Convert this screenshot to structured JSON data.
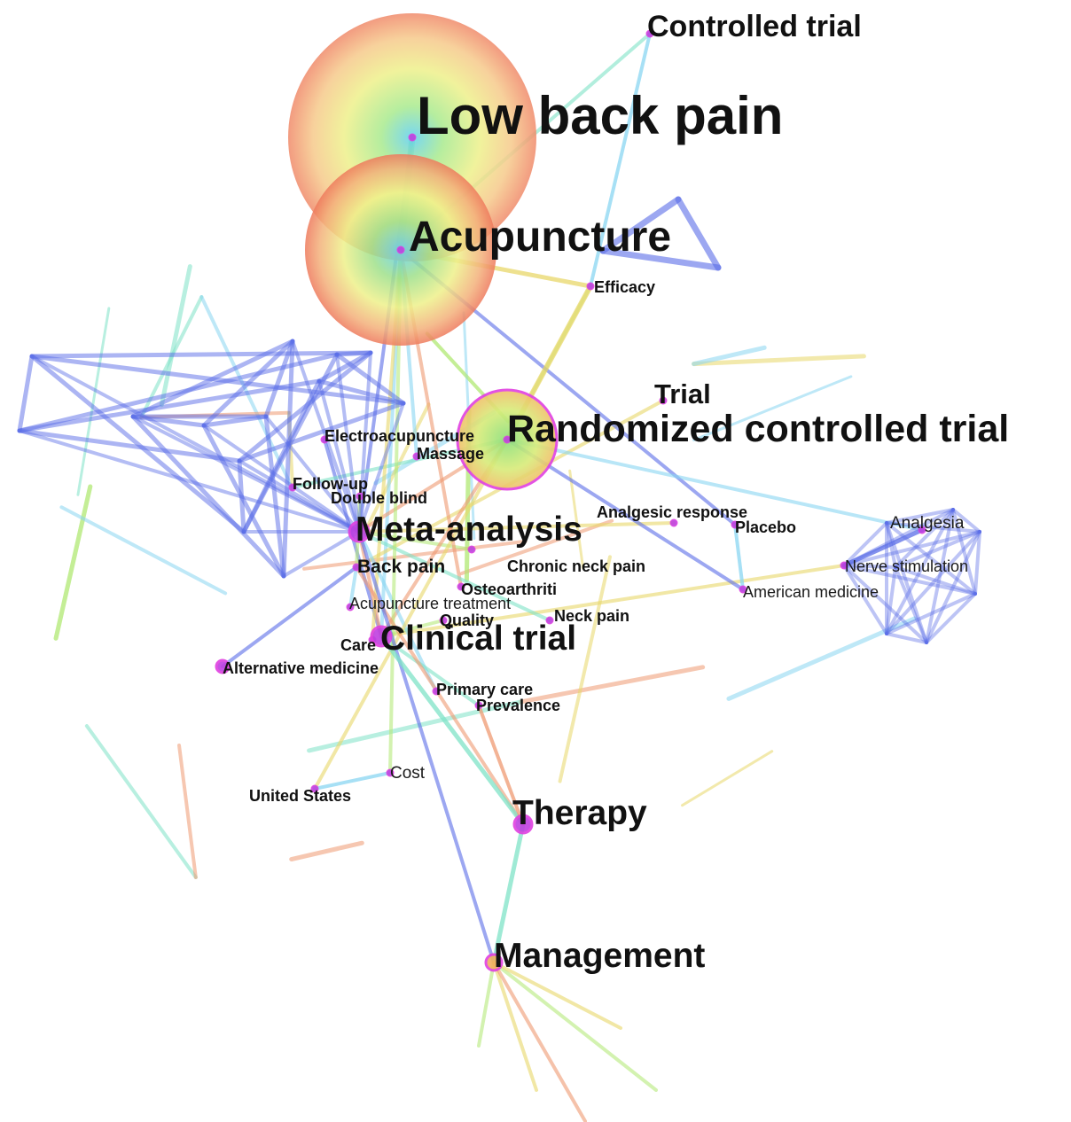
{
  "diagram": {
    "type": "keyword co-occurrence network",
    "colors": {
      "edge_palette": [
        "#5b6ee8",
        "#8ad6f2",
        "#7fe3c8",
        "#b6ea7c",
        "#e9d86a",
        "#ef9a72"
      ],
      "node_ring": "#e040e0",
      "burst_outer": "#f08a6a",
      "burst_mid": "#f2e27a",
      "burst_inner": "#9fe08a"
    },
    "nodes": [
      {
        "id": "low-back-pain",
        "label": "Low back pain"
      },
      {
        "id": "acupuncture",
        "label": "Acupuncture"
      },
      {
        "id": "controlled-trial",
        "label": "Controlled trial"
      },
      {
        "id": "efficacy",
        "label": "Efficacy"
      },
      {
        "id": "trial",
        "label": "Trial"
      },
      {
        "id": "randomized-controlled-trial",
        "label": "Randomized controlled trial"
      },
      {
        "id": "electroacupuncture",
        "label": "Electroacupuncture"
      },
      {
        "id": "massage",
        "label": "Massage"
      },
      {
        "id": "follow-up",
        "label": "Follow-up"
      },
      {
        "id": "double-blind",
        "label": "Double blind"
      },
      {
        "id": "analgesic-response",
        "label": "Analgesic response"
      },
      {
        "id": "meta-analysis",
        "label": "Meta-analysis"
      },
      {
        "id": "placebo",
        "label": "Placebo"
      },
      {
        "id": "analgesia",
        "label": "Analgesia"
      },
      {
        "id": "back-pain",
        "label": "Back pain"
      },
      {
        "id": "chronic-neck-pain",
        "label": "Chronic neck pain"
      },
      {
        "id": "nerve-stimulation",
        "label": "Nerve stimulation"
      },
      {
        "id": "osteoarthriti",
        "label": "Osteoarthriti"
      },
      {
        "id": "american-medicine",
        "label": "American medicine"
      },
      {
        "id": "acupuncture-treatment",
        "label": "Acupuncture treatment"
      },
      {
        "id": "neck-pain",
        "label": "Neck pain"
      },
      {
        "id": "quality",
        "label": "Quality"
      },
      {
        "id": "care",
        "label": "Care"
      },
      {
        "id": "clinical-trial",
        "label": "Clinical trial"
      },
      {
        "id": "alternative-medicine",
        "label": "Alternative medicine"
      },
      {
        "id": "primary-care",
        "label": "Primary care"
      },
      {
        "id": "prevalence",
        "label": "Prevalence"
      },
      {
        "id": "cost",
        "label": "Cost"
      },
      {
        "id": "united-states",
        "label": "United States"
      },
      {
        "id": "therapy",
        "label": "Therapy"
      },
      {
        "id": "management",
        "label": "Management"
      }
    ]
  }
}
